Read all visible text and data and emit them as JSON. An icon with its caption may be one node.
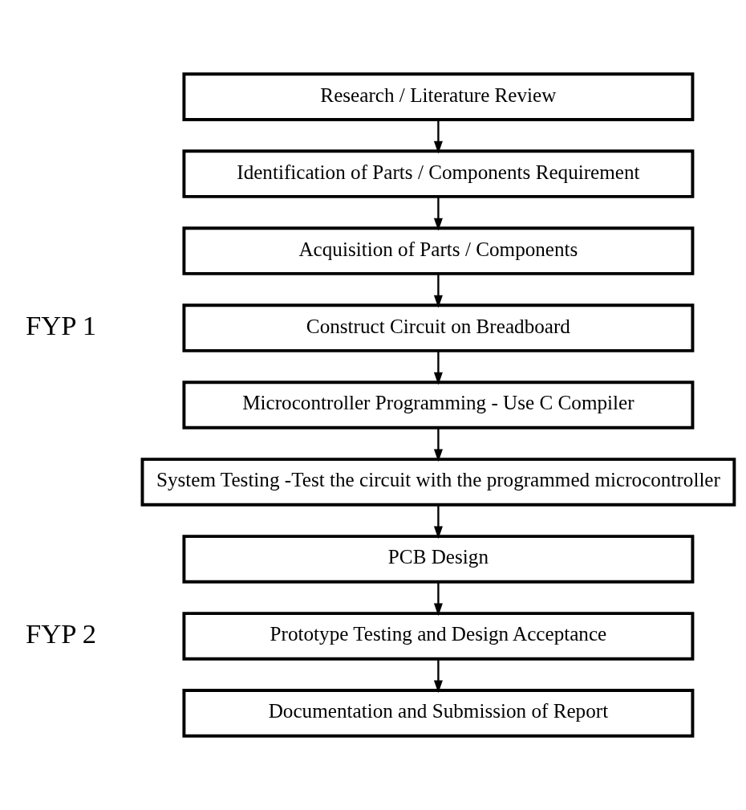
{
  "diagram": {
    "nodes": [
      {
        "text": [
          "Research / Literature Review"
        ]
      },
      {
        "text": [
          "Identification of Parts / Components Requirement"
        ]
      },
      {
        "text": [
          "Acquisition of Parts / Components"
        ]
      },
      {
        "text": [
          "Construct Circuit on Breadboard"
        ]
      },
      {
        "text": [
          "Microcontroller Programming - Use C Compiler"
        ]
      },
      {
        "text": [
          "System Testing -Test the circuit with the programmed microcontroller"
        ]
      },
      {
        "text": [
          "PCB Design"
        ]
      },
      {
        "text": [
          "Prototype Testing and Design Acceptance"
        ]
      },
      {
        "text": [
          "Documentation and Submission of Report"
        ]
      }
    ],
    "edges": [
      {
        "from": 0,
        "to": 1,
        "arrow": "to"
      },
      {
        "from": 1,
        "to": 2,
        "arrow": "to"
      },
      {
        "from": 2,
        "to": 3,
        "arrow": "to"
      },
      {
        "from": 3,
        "to": 4,
        "arrow": "to"
      },
      {
        "from": 4,
        "to": 5,
        "arrow": "to"
      },
      {
        "from": 5,
        "to": 6,
        "arrow": "to"
      },
      {
        "from": 6,
        "to": 7,
        "arrow": "to"
      },
      {
        "from": 7,
        "to": 8,
        "arrow": "to"
      }
    ],
    "labels": [
      "FYP 1",
      "FYP 2"
    ]
  }
}
